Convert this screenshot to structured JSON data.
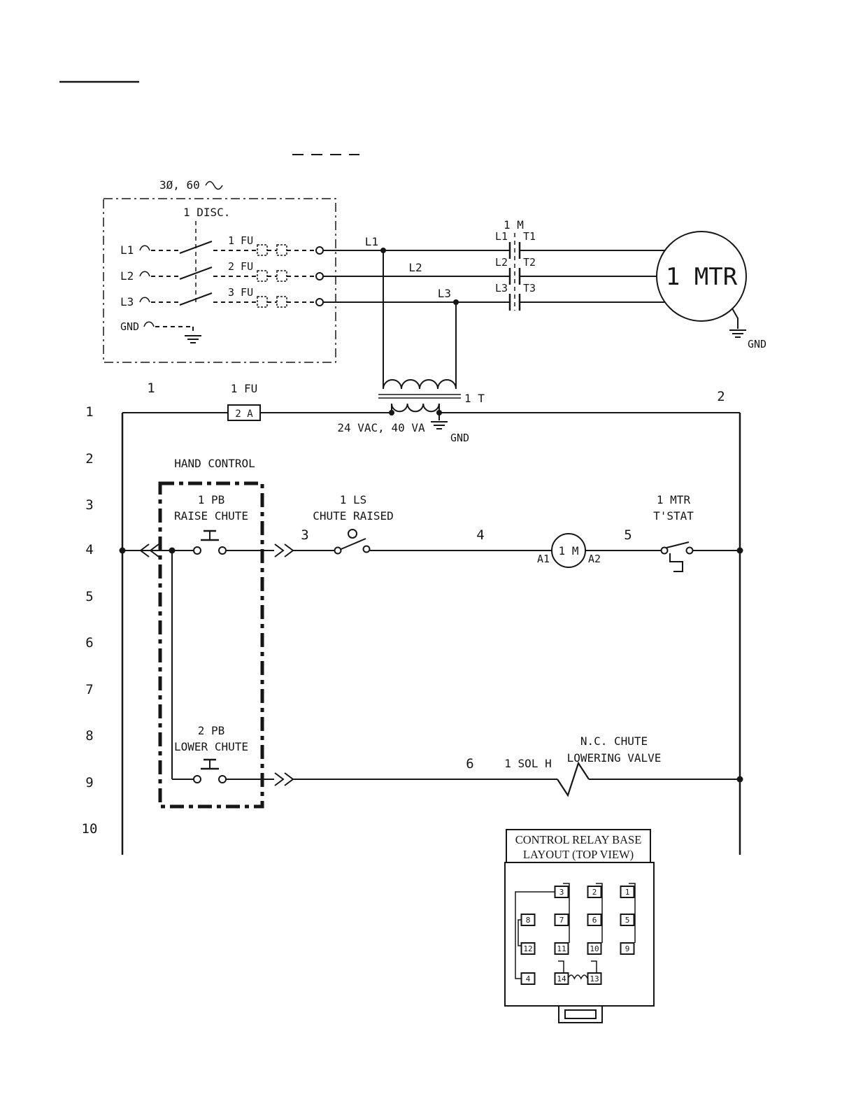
{
  "power": {
    "phase": "3Ø, 60",
    "disc": "1 DISC.",
    "l1": "L1",
    "l2": "L2",
    "l3": "L3",
    "gnd": "GND",
    "fu1": "1 FU",
    "fu2": "2 FU",
    "fu3": "3 FU",
    "wl1": "L1",
    "wl2": "L2",
    "wl3": "L3",
    "m": "1 M",
    "cl1": "L1",
    "cl2": "L2",
    "cl3": "L3",
    "ct1": "T1",
    "ct2": "T2",
    "ct3": "T3",
    "motor": "1 MTR",
    "motor_gnd": "GND"
  },
  "xfmr": {
    "label": "1 T",
    "rating": "24 VAC, 40 VA",
    "gnd": "GND"
  },
  "ladder": {
    "rungs": [
      "1",
      "2",
      "3",
      "4",
      "5",
      "6",
      "7",
      "8",
      "9",
      "10"
    ],
    "n1": "1",
    "n2": "2",
    "n3": "3",
    "n4": "4",
    "n5": "5",
    "n6": "6",
    "fu": "1 FU",
    "fu_rating": "2 A",
    "hand_control": "HAND CONTROL",
    "pb1a": "1 PB",
    "pb1b": "RAISE CHUTE",
    "ls1a": "1 LS",
    "ls1b": "CHUTE RAISED",
    "coil": "1 M",
    "a1": "A1",
    "a2": "A2",
    "tstat_a": "1 MTR",
    "tstat_b": "T'STAT",
    "pb2a": "2 PB",
    "pb2b": "LOWER CHUTE",
    "sol": "1 SOL H",
    "valve_a": "N.C. CHUTE",
    "valve_b": "LOWERING VALVE"
  },
  "relay": {
    "title1": "CONTROL RELAY BASE",
    "title2": "LAYOUT (TOP VIEW)",
    "row1": [
      "3",
      "2",
      "1"
    ],
    "row2": [
      "8",
      "7",
      "6",
      "5"
    ],
    "row3": [
      "12",
      "11",
      "10",
      "9"
    ],
    "row4": [
      "4",
      "14",
      "13"
    ]
  }
}
